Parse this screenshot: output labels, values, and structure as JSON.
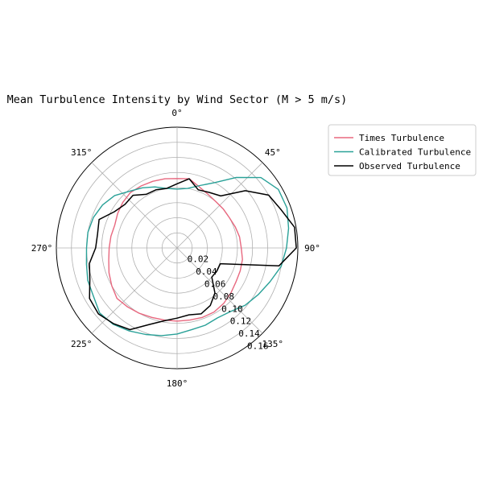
{
  "chart_data": {
    "type": "line",
    "subtype": "polar",
    "title": "Mean Turbulence Intensity by Wind Sector (M > 5 m/s)",
    "theta_direction": "clockwise",
    "theta_zero": "north",
    "angle_ticks": [
      "0°",
      "45°",
      "90°",
      "135°",
      "180°",
      "225°",
      "270°",
      "315°"
    ],
    "radial_ticks": [
      0.02,
      0.04,
      0.06,
      0.08,
      0.1,
      0.12,
      0.14,
      0.16
    ],
    "radial_tick_labels": [
      "0.02",
      "0.04",
      "0.06",
      "0.08",
      "0.10",
      "0.12",
      "0.14",
      "0.16"
    ],
    "rlim": [
      0,
      0.16
    ],
    "grid": true,
    "legend_position": "upper-right-outside",
    "x": [
      0,
      10,
      20,
      30,
      40,
      50,
      60,
      70,
      80,
      90,
      100,
      110,
      120,
      130,
      140,
      150,
      160,
      170,
      180,
      190,
      200,
      210,
      220,
      230,
      240,
      250,
      260,
      270,
      280,
      290,
      300,
      310,
      320,
      330,
      340,
      350
    ],
    "series": [
      {
        "name": "Times Turbulence",
        "color": "#e8687f",
        "values": [
          0.092,
          0.093,
          0.086,
          0.082,
          0.08,
          0.08,
          0.08,
          0.082,
          0.084,
          0.085,
          0.088,
          0.089,
          0.09,
          0.093,
          0.096,
          0.098,
          0.098,
          0.097,
          0.097,
          0.097,
          0.098,
          0.1,
          0.102,
          0.104,
          0.1,
          0.096,
          0.092,
          0.09,
          0.089,
          0.088,
          0.091,
          0.094,
          0.096,
          0.095,
          0.094,
          0.093
        ]
      },
      {
        "name": "Calibrated Turbulence",
        "color": "#2aa198",
        "values": [
          0.078,
          0.08,
          0.088,
          0.1,
          0.122,
          0.145,
          0.155,
          0.155,
          0.15,
          0.145,
          0.14,
          0.131,
          0.124,
          0.118,
          0.11,
          0.107,
          0.109,
          0.11,
          0.114,
          0.118,
          0.122,
          0.127,
          0.132,
          0.134,
          0.128,
          0.126,
          0.122,
          0.12,
          0.12,
          0.118,
          0.114,
          0.108,
          0.098,
          0.092,
          0.086,
          0.08
        ]
      },
      {
        "name": "Observed Turbulence",
        "color": "#000000",
        "values": [
          0.085,
          0.093,
          0.082,
          0.085,
          0.09,
          0.118,
          0.14,
          0.147,
          0.158,
          0.158,
          0.137,
          0.061,
          0.061,
          0.06,
          0.078,
          0.088,
          0.093,
          0.09,
          0.093,
          0.098,
          0.108,
          0.125,
          0.131,
          0.136,
          0.134,
          0.123,
          0.118,
          0.108,
          0.107,
          0.11,
          0.096,
          0.09,
          0.091,
          0.082,
          0.082,
          0.08
        ]
      }
    ]
  }
}
